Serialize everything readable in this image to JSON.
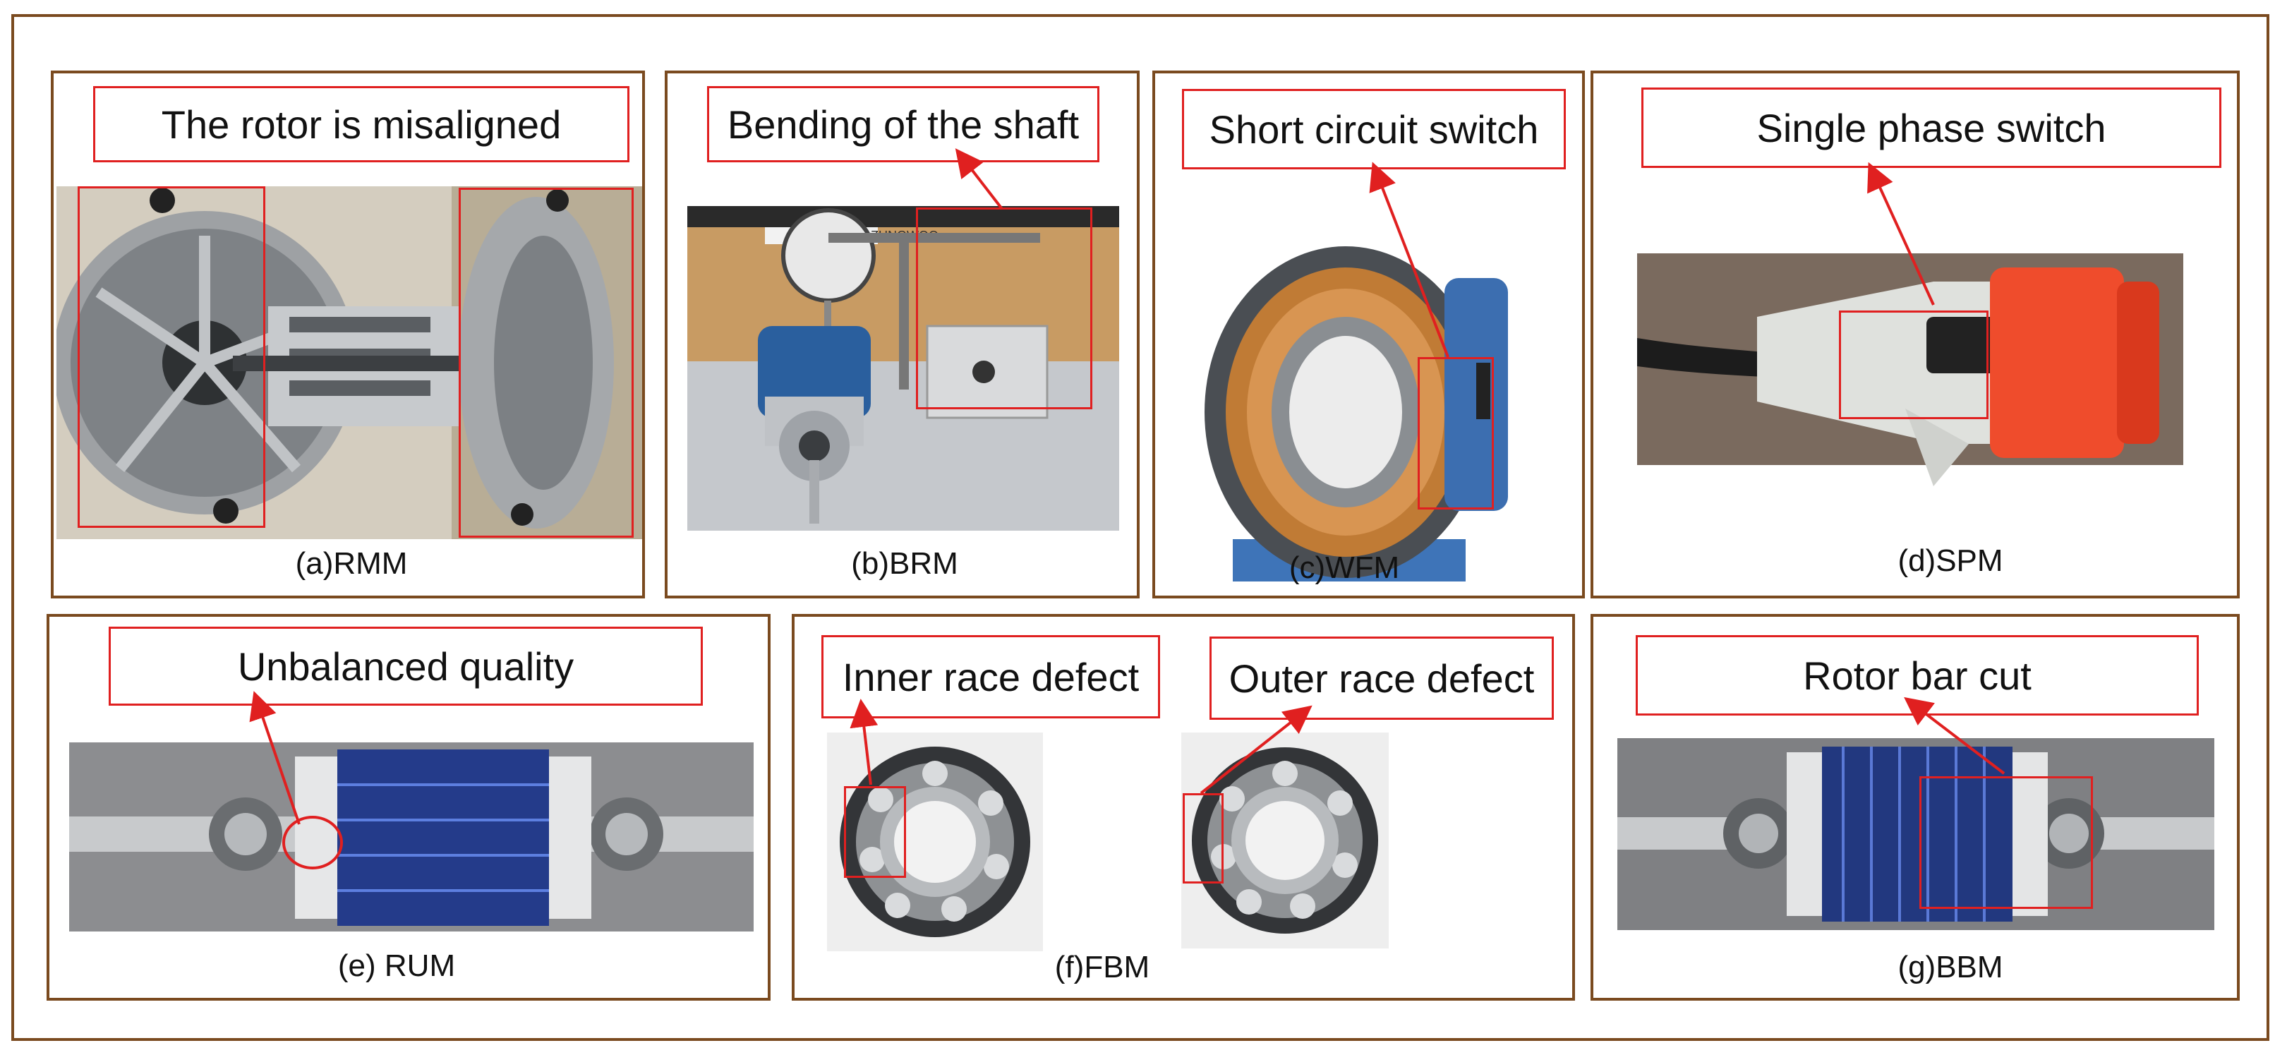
{
  "panels": {
    "rmm": {
      "label": "The rotor is misaligned",
      "caption": "(a)RMM"
    },
    "brm": {
      "label": "Bending of the shaft",
      "caption": "(b)BRM",
      "brand_text": "ZUNGWOO"
    },
    "wfm": {
      "label": "Short circuit switch",
      "caption": "(c)WFM"
    },
    "spm": {
      "label": "Single phase switch",
      "caption": "(d)SPM"
    },
    "rum": {
      "label": "Unbalanced quality",
      "caption": "(e) RUM"
    },
    "fbm": {
      "label_inner": "Inner race defect",
      "label_outer": "Outer race defect",
      "caption": "(f)FBM"
    },
    "bbm": {
      "label": "Rotor bar cut",
      "caption": "(g)BBM"
    }
  },
  "colors": {
    "panel_border": "#7a4a1f",
    "annotation": "#e02020"
  }
}
